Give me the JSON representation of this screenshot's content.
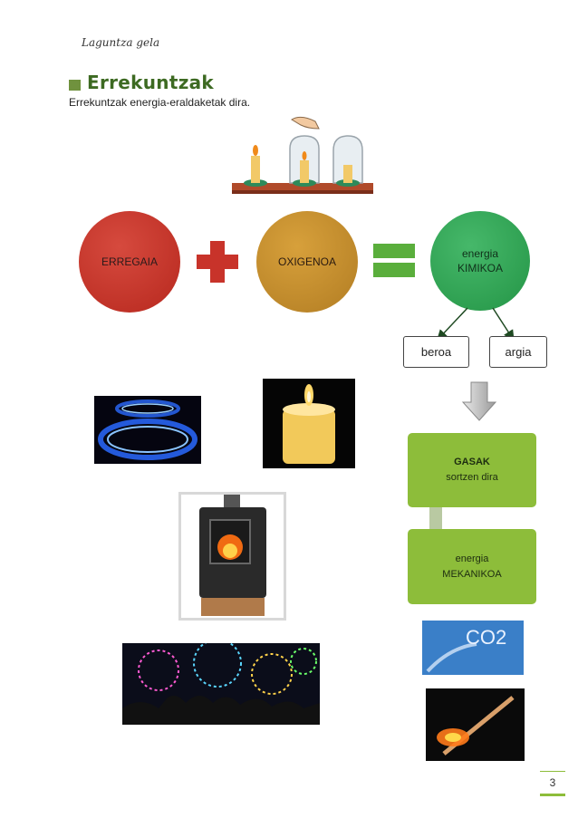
{
  "header": {
    "text": "Laguntza gela"
  },
  "section": {
    "title": "Errekuntzak",
    "intro": "Errekuntzak energia-eraldaketak dira."
  },
  "diagram": {
    "fuel": "ERREGAIA",
    "oxygen": "OXIGENOA",
    "result_line1": "energia",
    "result_line2": "KIMIKOA",
    "heat": "beroa",
    "light": "argia",
    "gases_line1": "GASAK",
    "gases_line2": "sortzen dira",
    "mech_line1": "energia",
    "mech_line2": "MEKANIKOA"
  },
  "co2_label": "CO2",
  "page_number": "3",
  "colors": {
    "green_accent": "#70923e",
    "title_green": "#3d6a22",
    "red": "#c8332a",
    "box_green": "#8dbd3a"
  }
}
